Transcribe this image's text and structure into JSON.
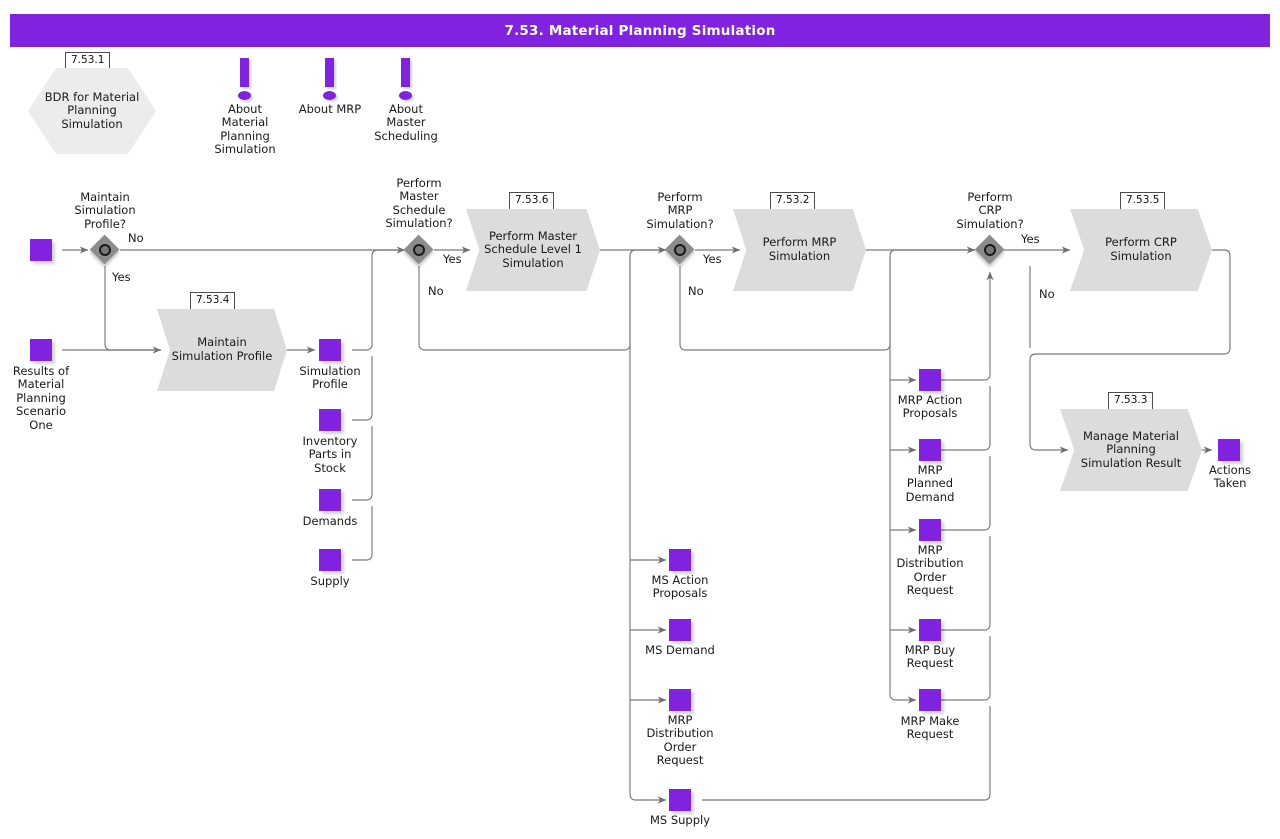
{
  "header": {
    "title": "7.53. Material Planning Simulation",
    "bar_color": "#8022e0",
    "text_color": "#ffffff"
  },
  "theme": {
    "data_object_color": "#8022e0",
    "process_fill": "#dcdcdc",
    "hexagon_fill": "#ececec",
    "gateway_fill": "#8c8c8c",
    "connector_color": "#7a7a7a",
    "text_color": "#1a1a1a"
  },
  "nodes": {
    "bdr": {
      "tag": "7.53.1",
      "label": "BDR for Material\nPlanning\nSimulation"
    },
    "annotations": [
      {
        "icon": "exclamation-icon",
        "label": "About\nMaterial\nPlanning\nSimulation"
      },
      {
        "icon": "exclamation-icon",
        "label": "About MRP"
      },
      {
        "icon": "exclamation-icon",
        "label": "About\nMaster\nScheduling"
      }
    ],
    "gateways": [
      {
        "name": "maintain-simulation-profile",
        "question": "Maintain\nSimulation\nProfile?",
        "yes": "Yes",
        "no": "No"
      },
      {
        "name": "perform-master-schedule-simulation",
        "question": "Perform\nMaster\nSchedule\nSimulation?",
        "yes": "Yes",
        "no": "No"
      },
      {
        "name": "perform-mrp-simulation",
        "question": "Perform\nMRP\nSimulation?",
        "yes": "Yes",
        "no": "No"
      },
      {
        "name": "perform-crp-simulation",
        "question": "Perform\nCRP\nSimulation?",
        "yes": "Yes",
        "no": "No"
      }
    ],
    "processes": [
      {
        "name": "maintain-simulation-profile",
        "tag": "7.53.4",
        "label": "Maintain\nSimulation Profile"
      },
      {
        "name": "perform-master-schedule-level-1-simulation",
        "tag": "7.53.6",
        "label": "Perform Master\nSchedule Level 1\nSimulation"
      },
      {
        "name": "perform-mrp-simulation",
        "tag": "7.53.2",
        "label": "Perform MRP\nSimulation"
      },
      {
        "name": "perform-crp-simulation",
        "tag": "7.53.5",
        "label": "Perform CRP\nSimulation"
      },
      {
        "name": "manage-material-planning-simulation-result",
        "tag": "7.53.3",
        "label": "Manage Material\nPlanning\nSimulation Result"
      }
    ],
    "data_objects": [
      {
        "name": "start-trigger",
        "label": ""
      },
      {
        "name": "results-of-material-planning-scenario-one",
        "label": "Results of\nMaterial\nPlanning\nScenario\nOne"
      },
      {
        "name": "simulation-profile",
        "label": "Simulation\nProfile"
      },
      {
        "name": "inventory-parts-in-stock",
        "label": "Inventory\nParts in\nStock"
      },
      {
        "name": "demands",
        "label": "Demands"
      },
      {
        "name": "supply",
        "label": "Supply"
      },
      {
        "name": "ms-action-proposals",
        "label": "MS Action\nProposals"
      },
      {
        "name": "ms-demand",
        "label": "MS Demand"
      },
      {
        "name": "mrp-distribution-order-request-ms",
        "label": "MRP\nDistribution\nOrder\nRequest"
      },
      {
        "name": "ms-supply",
        "label": "MS Supply"
      },
      {
        "name": "mrp-action-proposals",
        "label": "MRP Action\nProposals"
      },
      {
        "name": "mrp-planned-demand",
        "label": "MRP\nPlanned\nDemand"
      },
      {
        "name": "mrp-distribution-order-request",
        "label": "MRP\nDistribution\nOrder\nRequest"
      },
      {
        "name": "mrp-buy-request",
        "label": "MRP Buy\nRequest"
      },
      {
        "name": "mrp-make-request",
        "label": "MRP Make\nRequest"
      },
      {
        "name": "actions-taken",
        "label": "Actions\nTaken"
      }
    ]
  }
}
